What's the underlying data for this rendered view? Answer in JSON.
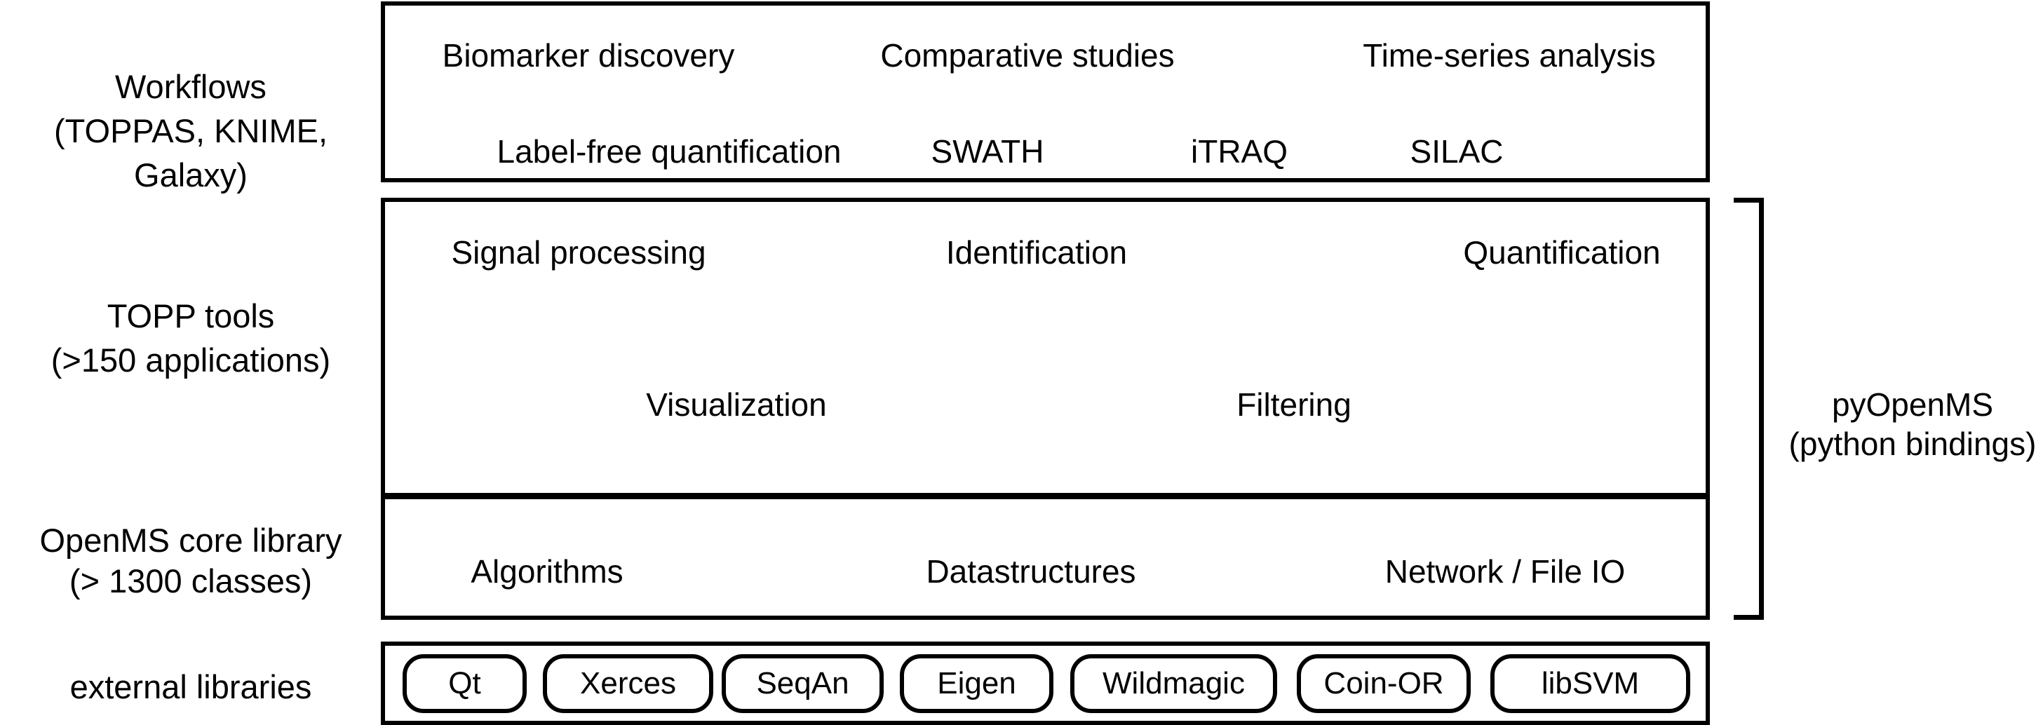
{
  "colors": {
    "ink": "#000000",
    "background": "#ffffff"
  },
  "side_labels": {
    "workflows": [
      "Workflows",
      "(TOPPAS, KNIME, Galaxy)"
    ],
    "topp": [
      "TOPP tools",
      "(>150 applications)"
    ],
    "core": [
      "OpenMS core library",
      "(> 1300 classes)"
    ],
    "external": "external libraries"
  },
  "workflows_box": {
    "row1": [
      "Biomarker discovery",
      "Comparative studies",
      "Time-series analysis"
    ],
    "row2": [
      "Label-free quantification",
      "SWATH",
      "iTRAQ",
      "SILAC"
    ]
  },
  "topp_box": {
    "row1": [
      "Signal processing",
      "Identification",
      "Quantification"
    ],
    "row2": [
      "Visualization",
      "Filtering"
    ]
  },
  "core_box": {
    "items": [
      "Algorithms",
      "Datastructures",
      "Network / File IO"
    ]
  },
  "external_box": {
    "libraries": [
      "Qt",
      "Xerces",
      "SeqAn",
      "Eigen",
      "Wildmagic",
      "Coin-OR",
      "libSVM"
    ]
  },
  "pyopenms": [
    "pyOpenMS",
    "(python bindings)"
  ]
}
